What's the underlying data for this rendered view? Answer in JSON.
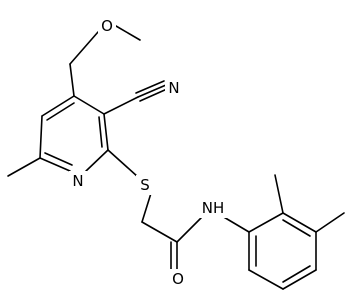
{
  "molecule": {
    "bond_color": "#000000",
    "background": "#ffffff",
    "atom_labels": {
      "methoxy_oxygen": "O",
      "nitrile_nitrogen": "N",
      "pyridine_nitrogen": "N",
      "thioether_sulfur": "S",
      "amide_oxygen": "O",
      "amide_nitrogen": "NH"
    }
  }
}
